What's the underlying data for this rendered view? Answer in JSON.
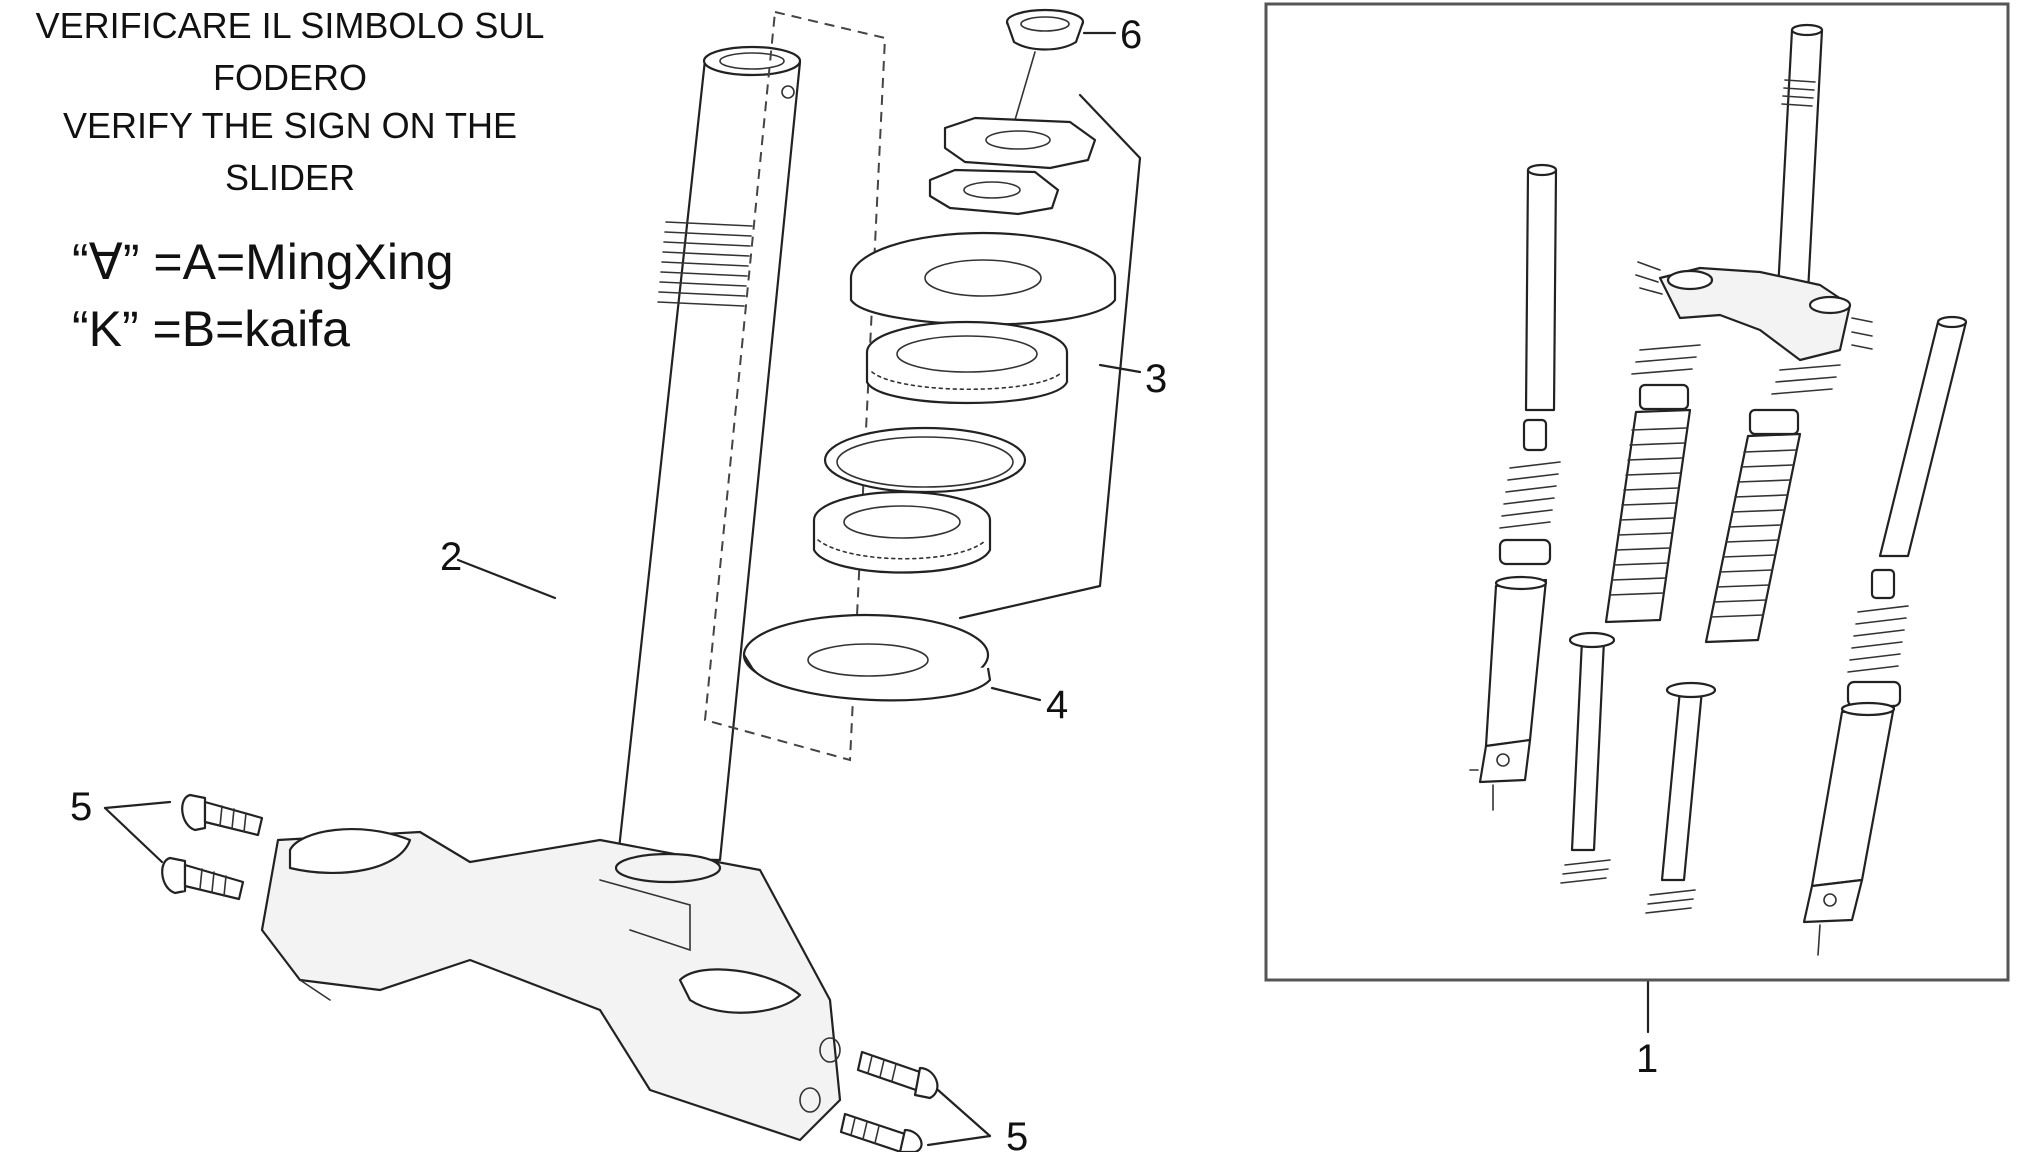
{
  "notes": {
    "italian": "VERIFICARE IL SIMBOLO SUL FODERO",
    "english": "VERIFY THE SIGN ON THE SLIDER"
  },
  "legend": {
    "line_a": "“∀” =A=MingXing",
    "line_b": "“K” =B=kaifa"
  },
  "callouts": {
    "c1": "1",
    "c2": "2",
    "c3": "3",
    "c4": "4",
    "c5_left": "5",
    "c5_right": "5",
    "c6": "6"
  }
}
